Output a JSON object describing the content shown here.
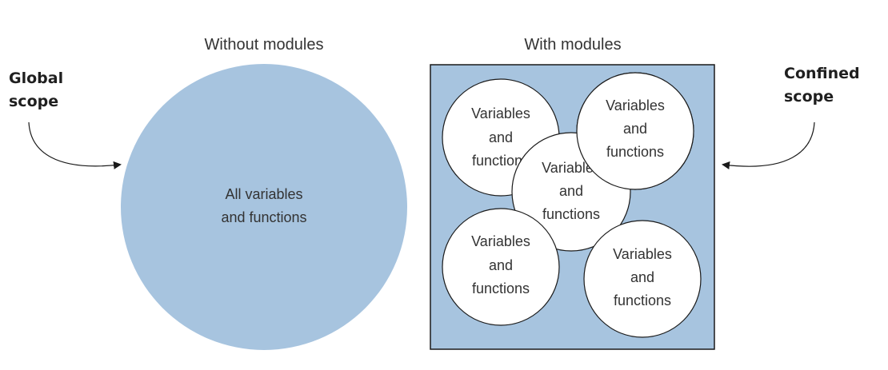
{
  "colors": {
    "fill_blue": "#a7c4df",
    "stroke": "#1a1a1a",
    "text": "#333333"
  },
  "left_panel": {
    "title": "Without modules",
    "circle_text_line1": "All variables",
    "circle_text_line2": "and functions"
  },
  "right_panel": {
    "title": "With modules",
    "module_line1": "Variables",
    "module_line2": "and",
    "module_line3": "functions"
  },
  "global_scope": {
    "line1": "Global",
    "line2": "scope"
  },
  "confined_scope": {
    "line1": "Confined",
    "line2": "scope"
  }
}
